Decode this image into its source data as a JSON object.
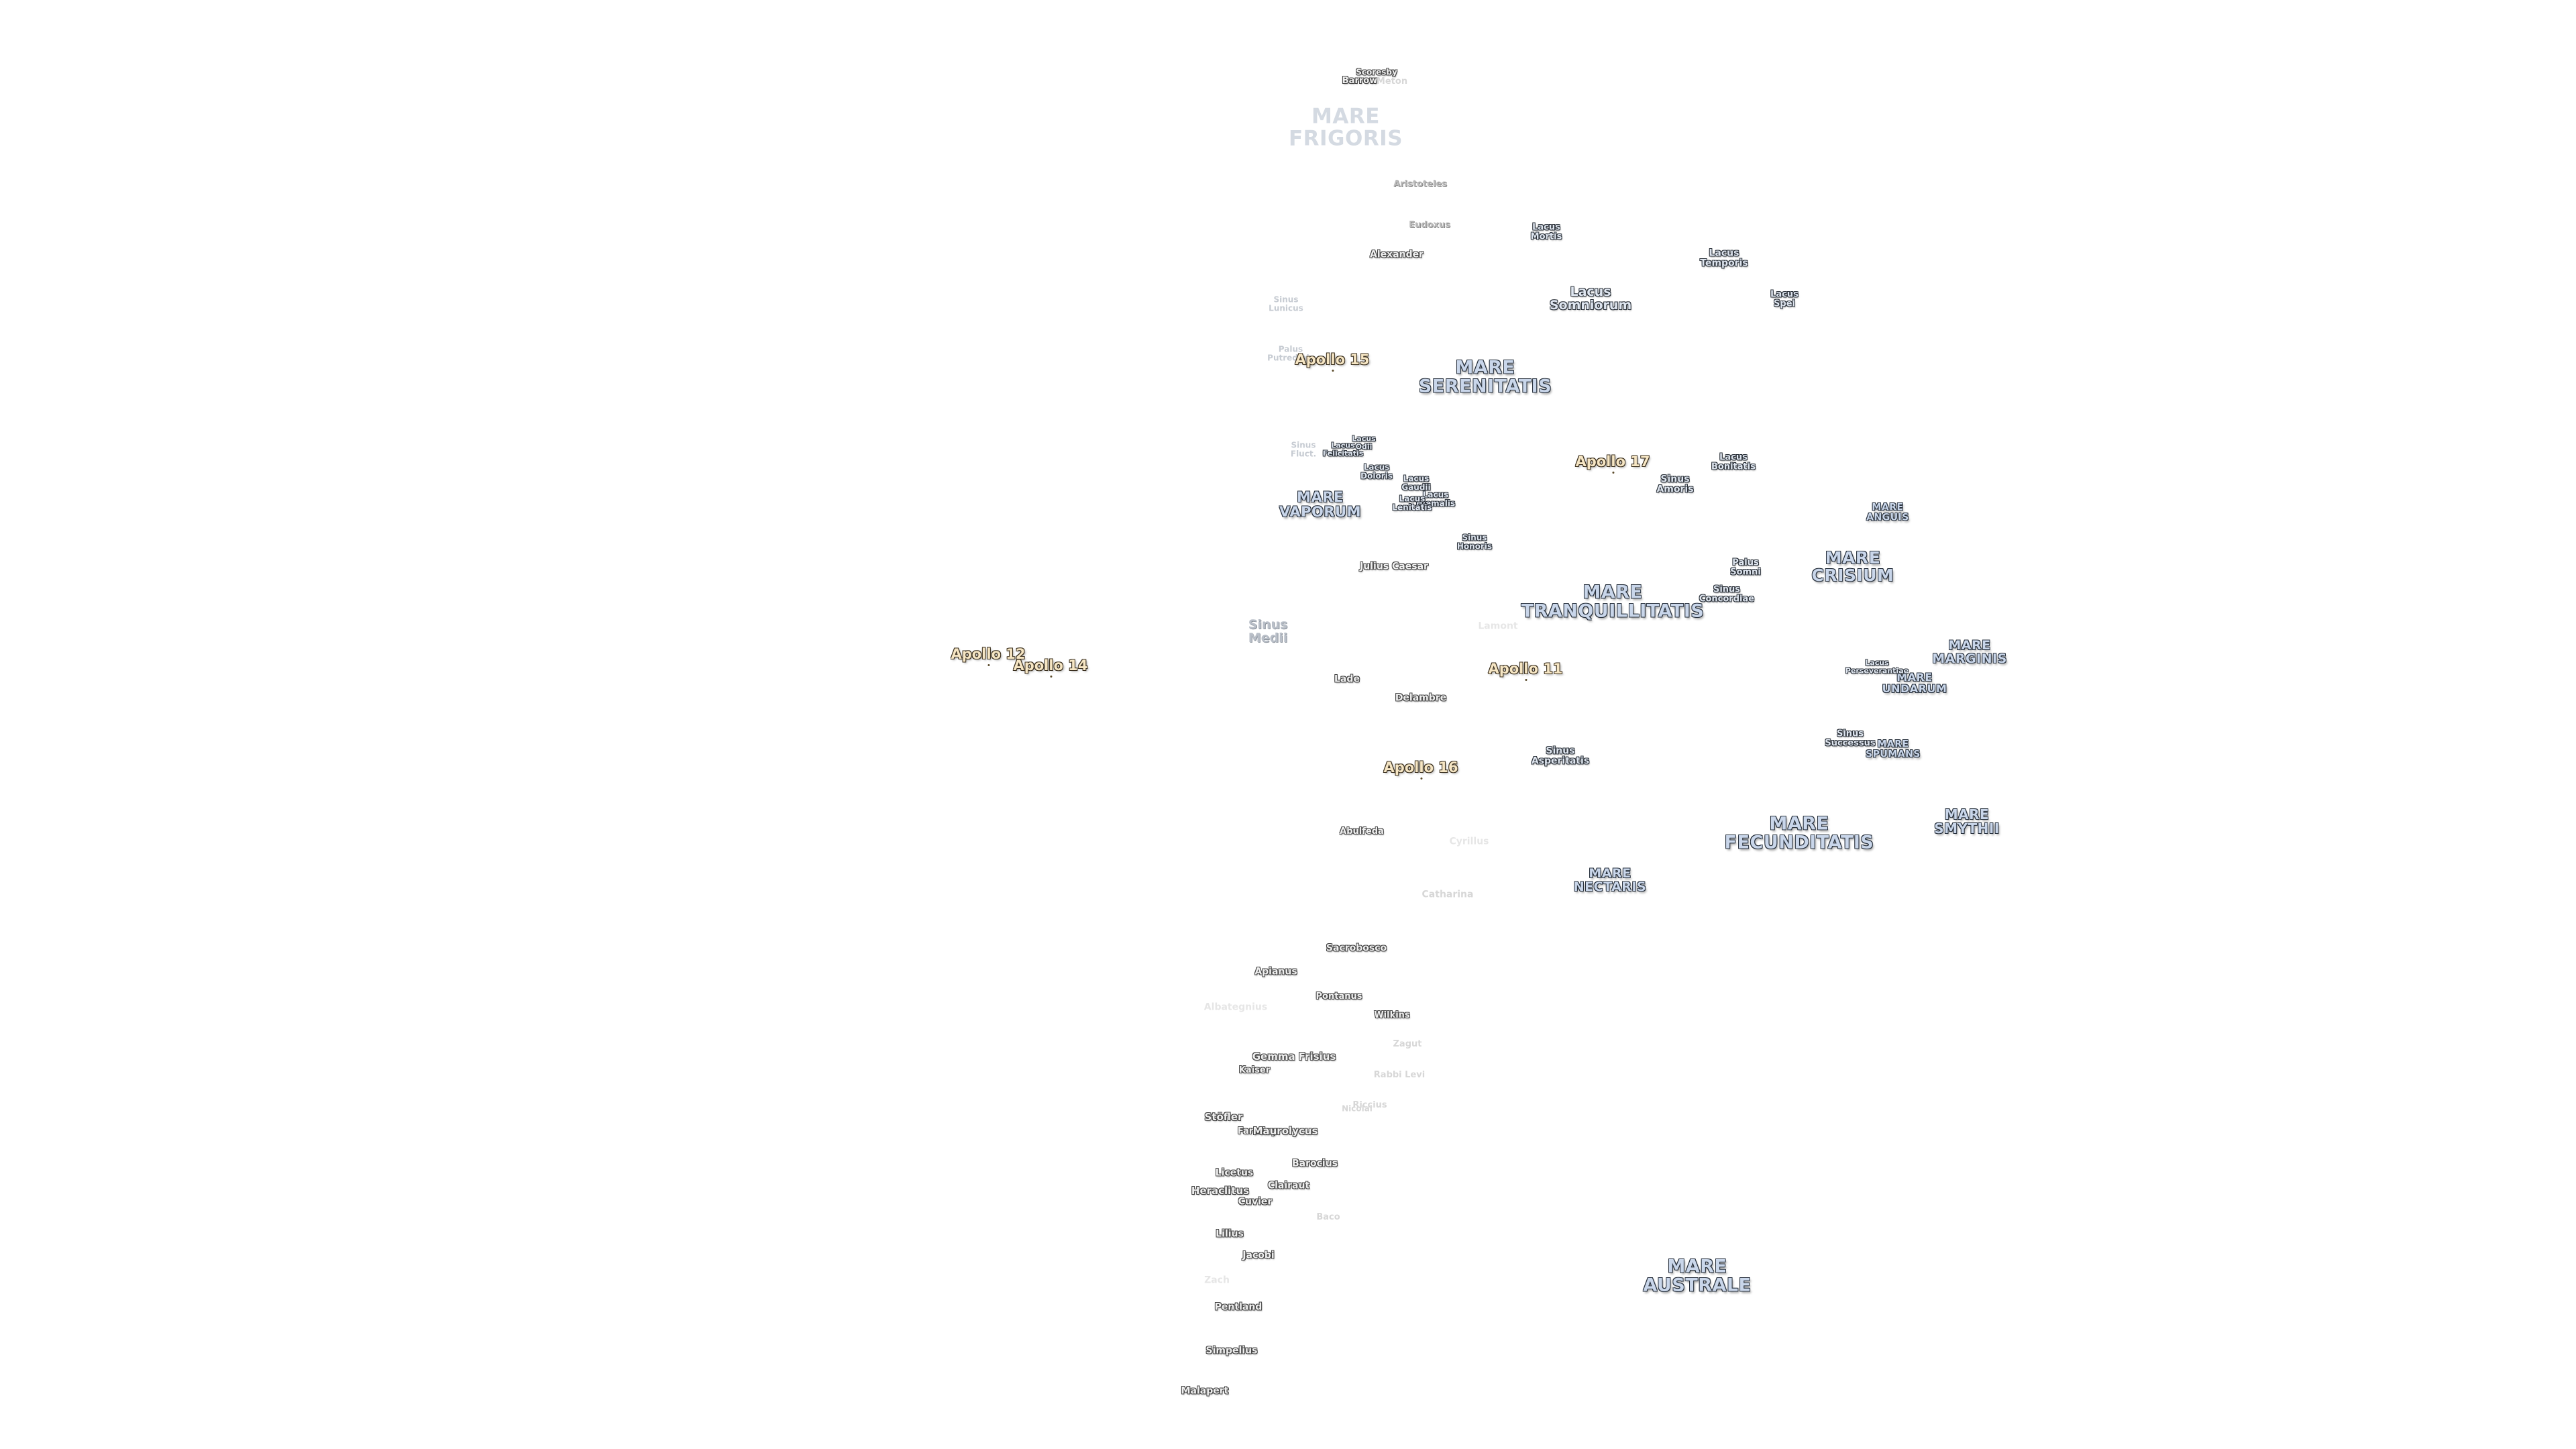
{
  "labels": {
    "mare_frigoris": "MARE\nFRIGORIS",
    "mare_serenitatis": "MARE\nSERENITATIS",
    "mare_vaporum": "MARE\nVAPORUM",
    "mare_tranquillitatis": "MARE\nTRANQUILLITATIS",
    "mare_crisium": "MARE\nCRISIUM",
    "mare_anguis": "MARE\nANGUIS",
    "mare_marginis": "MARE\nMARGINIS",
    "mare_undarum": "MARE\nUNDARUM",
    "mare_spumans": "MARE\nSPUMANS",
    "mare_fecunditatis": "MARE\nFECUNDITATIS",
    "mare_smythii": "MARE\nSMYTHII",
    "mare_nectaris": "MARE\nNECTARIS",
    "mare_australe": "MARE\nAUSTRALE",
    "lacus_mortis": "Lacus\nMortis",
    "lacus_temporis": "Lacus\nTemporis",
    "lacus_somniorum": "Lacus\nSomniorum",
    "lacus_spei": "Lacus\nSpei",
    "lacus_bonitatis": "Lacus\nBonitatis",
    "lacus_doloris": "Lacus\nDoloris",
    "lacus_odii": "Lacus\nOdii",
    "lacus_felicitatis": "Lacus\nFelicitatis",
    "lacus_gaudii": "Lacus\nGaudii",
    "lacus_hiemalis": "Lacus\nHiemalis",
    "lacus_lenitatis": "Lacus\nLenitatis",
    "lacus_perseverantiae": "Lacus\nPerseverantiae",
    "sinus_amoris": "Sinus\nAmoris",
    "sinus_honoris": "Sinus\nHonoris",
    "sinus_concordiae": "Sinus\nConcordiae",
    "sinus_successus": "Sinus\nSuccessus",
    "sinus_asperitatis": "Sinus\nAsperitatis",
    "sinus_medii": "Sinus\nMedii",
    "sinus_fluctuum": "Sinus\nFluct.",
    "sinus_lunicus": "Sinus\nLunicus",
    "palus_somni": "Palus\nSomni",
    "palus_putredinis": "Palus\nPutredinis",
    "apollo_11": "Apollo 11",
    "apollo_12": "Apollo 12",
    "apollo_14": "Apollo 14",
    "apollo_15": "Apollo 15",
    "apollo_16": "Apollo 16",
    "apollo_17": "Apollo 17",
    "scoresby": "Scoresby",
    "barrow": "Barrow",
    "meton": "Meton",
    "aristoteles": "Aristoteles",
    "eudoxus": "Eudoxus",
    "alexander": "Alexander",
    "julius_caesar": "Julius Caesar",
    "lade": "Lade",
    "delambre": "Delambre",
    "lamont": "Lamont",
    "abulfeda": "Abulfeda",
    "cyrillus": "Cyrillus",
    "catharina": "Catharina",
    "sacrobosco": "Sacrobosco",
    "apianus": "Apianus",
    "pontanus": "Pontanus",
    "wilkins": "Wilkins",
    "albategnius": "Albategnius",
    "zagut": "Zagut",
    "gemma_frisius": "Gemma Frisius",
    "kaiser": "Kaiser",
    "rabbi_levi": "Rabbi Levi",
    "riccius": "Riccius",
    "nicolai": "Nicolai",
    "stoefler": "Stöfler",
    "faraday": "Faraday",
    "maurolycus": "Maurolycus",
    "barocius": "Barocius",
    "licetus": "Licetus",
    "heraclitus": "Heraclitus",
    "clairaut": "Clairaut",
    "cuvier": "Cuvier",
    "baco": "Baco",
    "lilius": "Lilius",
    "jacobi": "Jacobi",
    "zach": "Zach",
    "pentland": "Pentland",
    "simpelius": "Simpelius",
    "malapert": "Malapert"
  }
}
